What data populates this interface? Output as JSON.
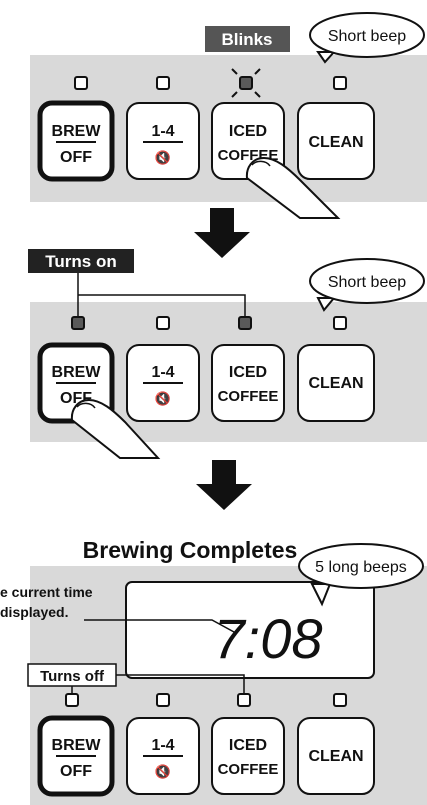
{
  "step1": {
    "tag": "Blinks",
    "bubble": "Short beep",
    "buttons": {
      "brew_top": "BREW",
      "brew_bottom": "OFF",
      "size_top": "1-4",
      "size_bottom": "🔇",
      "iced_top": "ICED",
      "iced_bottom": "COFFEE",
      "clean": "CLEAN"
    }
  },
  "step2": {
    "tag": "Turns on",
    "bubble": "Short beep",
    "buttons": {
      "brew_top": "BREW",
      "brew_bottom": "OFF",
      "size_top": "1-4",
      "size_bottom": "🔇",
      "iced_top": "ICED",
      "iced_bottom": "COFFEE",
      "clean": "CLEAN"
    }
  },
  "step3": {
    "heading": "Brewing Completes",
    "bubble": "5 long beeps",
    "time_note_line1": "e current time",
    "time_note_line2": "displayed.",
    "display_time": "7:08",
    "tag": "Turns off",
    "buttons": {
      "brew_top": "BREW",
      "brew_bottom": "OFF",
      "size_top": "1-4",
      "size_bottom": "🔇",
      "iced_top": "ICED",
      "iced_bottom": "COFFEE",
      "clean": "CLEAN"
    }
  }
}
